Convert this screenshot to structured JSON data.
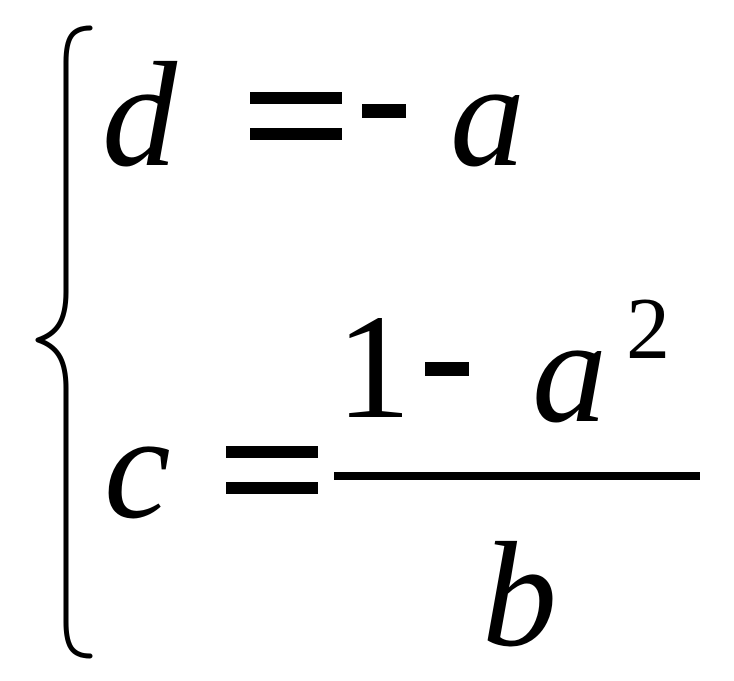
{
  "equation_system": {
    "row1": {
      "lhs": "d",
      "rhs_var": "a"
    },
    "row2": {
      "lhs": "c",
      "numerator_one": "1",
      "numerator_var": "a",
      "numerator_exp": "2",
      "denominator": "b"
    }
  }
}
